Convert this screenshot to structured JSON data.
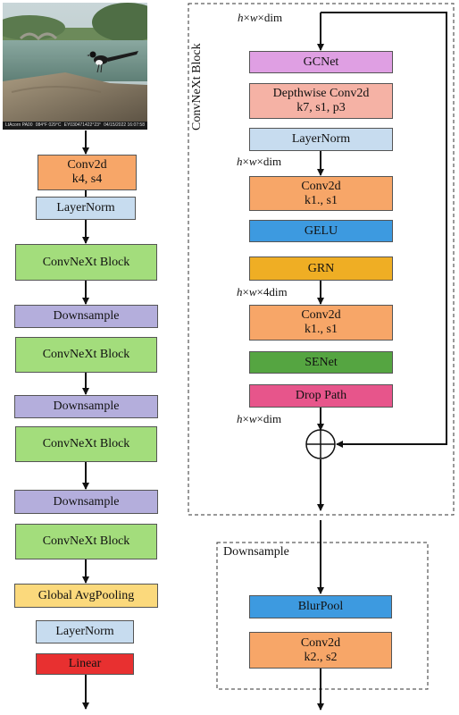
{
  "photo": {
    "caption_left": "LtAcorn PA00",
    "caption_temp": "084°F  029°C",
    "caption_code": "EY030471422°23°",
    "caption_date": "04/15/2022  16:07:58"
  },
  "colors": {
    "orange": "#f7a668",
    "light_blue": "#c7dcef",
    "green": "#a3dd7c",
    "lavender": "#b4aedc",
    "yellow": "#fbd97c",
    "red": "#e83030",
    "purple": "#df9fe3",
    "salmon": "#f5b2a5",
    "blue": "#3d9ae0",
    "amber": "#efae24",
    "dark_green": "#55a541",
    "pink": "#e7558b"
  },
  "pipeline": {
    "conv_stem": [
      "Conv2d",
      "k4, s4"
    ],
    "layernorm_1": "LayerNorm",
    "block_1": "ConvNeXt Block",
    "downsample_1": "Downsample",
    "block_2": "ConvNeXt Block",
    "downsample_2": "Downsample",
    "block_3": "ConvNeXt Block",
    "downsample_3": "Downsample",
    "block_4": "ConvNeXt Block",
    "pool": "Global AvgPooling",
    "layernorm_2": "LayerNorm",
    "linear": "Linear"
  },
  "convnext_block": {
    "title": "ConvNeXt Block",
    "dim_input": "h×w×dim",
    "gcnet": "GCNet",
    "depthwise": [
      "Depthwise Conv2d",
      "k7, s1, p3"
    ],
    "layernorm": "LayerNorm",
    "dim_after_norm": "h×w×dim",
    "conv1": [
      "Conv2d",
      "k1., s1"
    ],
    "gelu": "GELU",
    "grn": "GRN",
    "dim_expand": "h×w×4dim",
    "conv2": [
      "Conv2d",
      "k1., s1"
    ],
    "senet": "SENet",
    "drop_path": "Drop Path",
    "dim_output": "h×w×dim"
  },
  "downsample_block": {
    "title": "Downsample",
    "blurpool": "BlurPool",
    "conv": [
      "Conv2d",
      "k2., s2"
    ]
  }
}
